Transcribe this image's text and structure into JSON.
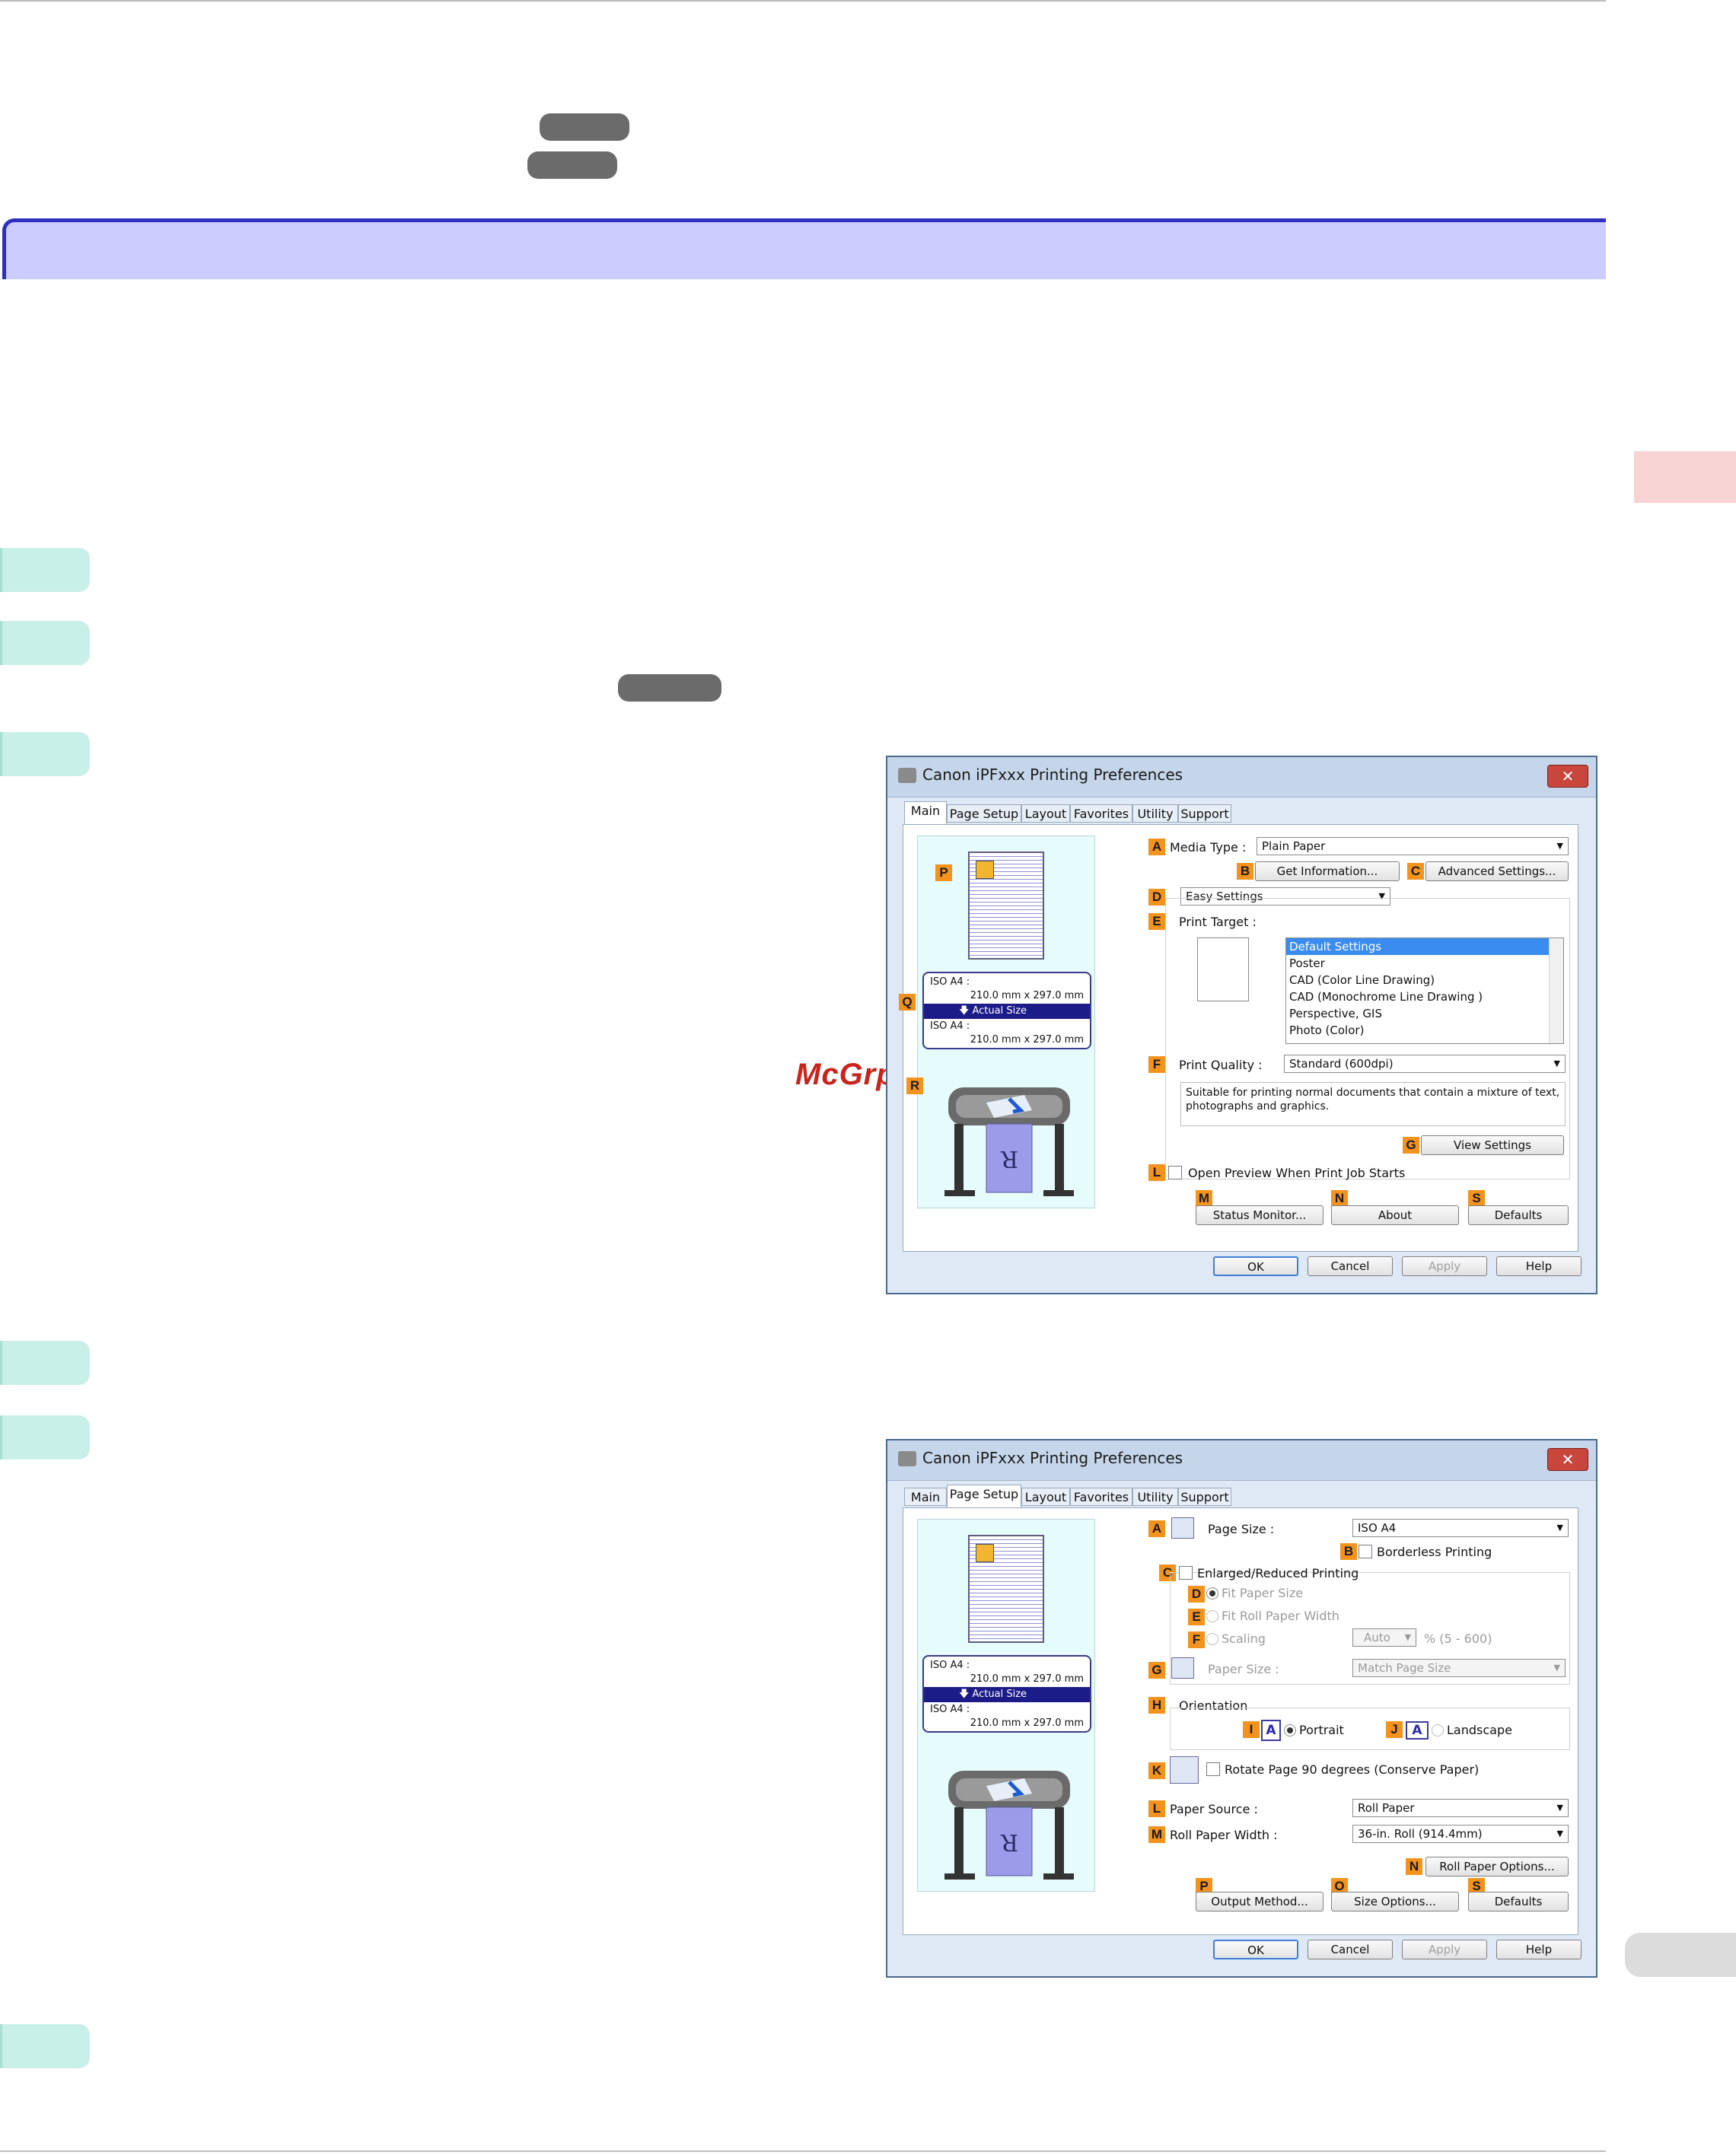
{
  "watermark": "McGrp.Ru",
  "dialog1": {
    "title": "Canon iPFxxx Printing Preferences",
    "close": "✕",
    "tabs": [
      "Main",
      "Page Setup",
      "Layout",
      "Favorites",
      "Utility",
      "Support"
    ],
    "preview": {
      "size_top": "ISO A4 :",
      "dim_top": "210.0 mm x 297.0 mm",
      "actual": "Actual Size",
      "size_bottom": "ISO A4 :",
      "dim_bottom": "210.0 mm x 297.0 mm",
      "badge_p": "P",
      "badge_q": "Q",
      "badge_r": "R"
    },
    "badges": {
      "a": "A",
      "b": "B",
      "c": "C",
      "d": "D",
      "e": "E",
      "f": "F",
      "g": "G",
      "l": "L",
      "m": "M",
      "n": "N",
      "s": "S"
    },
    "media_type_label": "Media Type :",
    "media_type_value": "Plain Paper",
    "get_info_btn": "Get Information...",
    "advanced_btn": "Advanced Settings...",
    "easy_settings": "Easy Settings",
    "print_target_label": "Print Target :",
    "print_targets": [
      "Default Settings",
      "Poster",
      "CAD (Color Line Drawing)",
      "CAD (Monochrome Line Drawing )",
      "Perspective, GIS",
      "Photo (Color)"
    ],
    "print_quality_label": "Print Quality :",
    "print_quality_value": "Standard (600dpi)",
    "quality_desc": "Suitable for printing normal documents that contain a mixture of text, photographs and graphics.",
    "view_settings_btn": "View Settings",
    "open_preview_label": "Open Preview When Print Job Starts",
    "status_monitor_btn": "Status Monitor...",
    "about_btn": "About",
    "defaults_btn": "Defaults",
    "ok_btn": "OK",
    "cancel_btn": "Cancel",
    "apply_btn": "Apply",
    "help_btn": "Help"
  },
  "dialog2": {
    "title": "Canon iPFxxx Printing Preferences",
    "close": "✕",
    "tabs": [
      "Main",
      "Page Setup",
      "Layout",
      "Favorites",
      "Utility",
      "Support"
    ],
    "preview": {
      "size_top": "ISO A4 :",
      "dim_top": "210.0 mm x 297.0 mm",
      "actual": "Actual Size",
      "size_bottom": "ISO A4 :",
      "dim_bottom": "210.0 mm x 297.0 mm"
    },
    "badges": {
      "a": "A",
      "b": "B",
      "c": "C",
      "d": "D",
      "e": "E",
      "f": "F",
      "g": "G",
      "h": "H",
      "i": "I",
      "j": "J",
      "k": "K",
      "l": "L",
      "m": "M",
      "n": "N",
      "o": "O",
      "p": "P",
      "s": "S"
    },
    "page_size_label": "Page Size :",
    "page_size_value": "ISO A4",
    "borderless_label": "Borderless Printing",
    "enlarged_label": "Enlarged/Reduced Printing",
    "fit_paper_label": "Fit Paper Size",
    "fit_roll_label": "Fit Roll Paper Width",
    "scaling_label": "Scaling",
    "scaling_value": "Auto",
    "scaling_range": "% (5 - 600)",
    "paper_size_label": "Paper Size :",
    "paper_size_value": "Match Page Size",
    "orientation_label": "Orientation",
    "orient_glyph": "A",
    "portrait_label": "Portrait",
    "landscape_label": "Landscape",
    "rotate_label": "Rotate Page 90 degrees (Conserve Paper)",
    "paper_source_label": "Paper Source :",
    "paper_source_value": "Roll Paper",
    "roll_width_label": "Roll Paper Width :",
    "roll_width_value": "36-in. Roll (914.4mm)",
    "roll_options_btn": "Roll Paper Options...",
    "output_method_btn": "Output Method...",
    "size_options_btn": "Size Options...",
    "defaults_btn": "Defaults",
    "ok_btn": "OK",
    "cancel_btn": "Cancel",
    "apply_btn": "Apply",
    "help_btn": "Help"
  }
}
